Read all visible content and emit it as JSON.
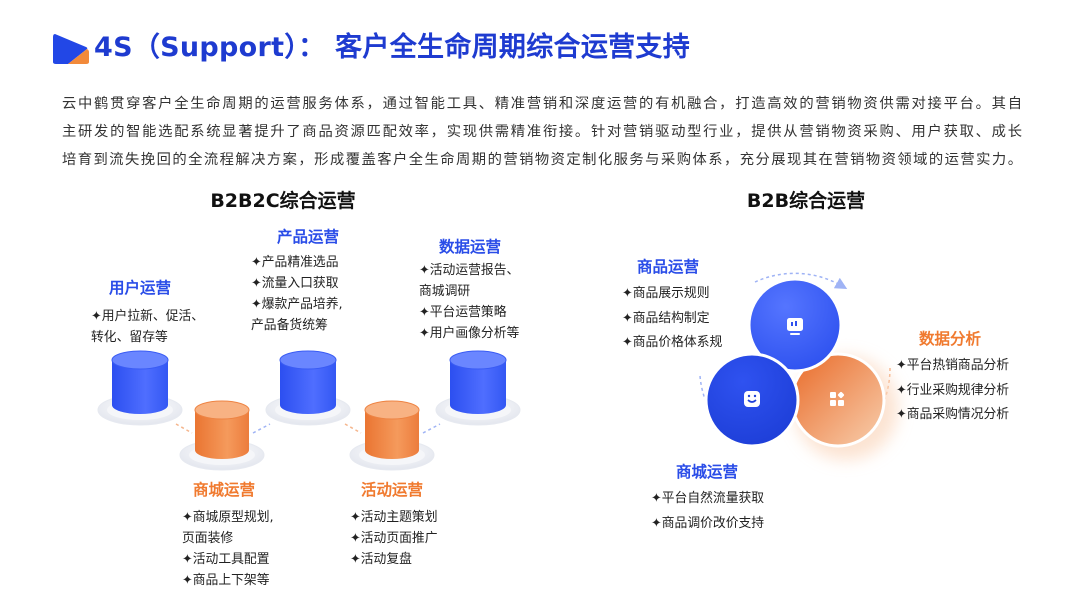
{
  "title": "4S（Support）： 客户全生命周期综合运营支持",
  "intro": {
    "lines": [
      "云中鹤贯穿客户全生命周期的运营服务体系，通过智能工具、精准营销和深度运营的有机融合，打造高效的营销物资供需对接平台。其自",
      "主研发的智能选配系统显著提升了商品资源匹配效率，实现供需精准衔接。针对营销驱动型行业，提供从营销物资采购、用户获取、成长",
      "培育到流失挽回的全流程解决方案，形成覆盖客户全生命周期的营销物资定制化服务与采购体系，充分展现其在营销物资领域的运营实力。"
    ]
  },
  "b2b2c": {
    "heading": "B2B2C综合运营",
    "user_ops": {
      "title": "用户运营",
      "lines": [
        "✦用户拉新、促活、",
        "转化、留存等"
      ]
    },
    "product_ops": {
      "title": "产品运营",
      "lines": [
        "✦产品精准选品",
        "✦流量入口获取",
        "✦爆款产品培养,",
        "产品备货统筹"
      ]
    },
    "data_ops": {
      "title": "数据运营",
      "lines": [
        "✦活动运营报告、",
        "商城调研",
        "✦平台运营策略",
        "✦用户画像分析等"
      ]
    },
    "mall_ops": {
      "title": "商城运营",
      "lines": [
        "✦商城原型规划,",
        "页面装修",
        "✦活动工具配置",
        "✦商品上下架等"
      ]
    },
    "activity_ops": {
      "title": "活动运营",
      "lines": [
        "✦活动主题策划",
        "✦活动页面推广",
        "✦活动复盘"
      ]
    }
  },
  "b2b": {
    "heading": "B2B综合运营",
    "goods_ops": {
      "title": "商品运营",
      "lines": [
        "✦商品展示规则",
        "✦商品结构制定",
        "✦商品价格体系规"
      ]
    },
    "data_analysis": {
      "title": "数据分析",
      "lines": [
        "✦平台热销商品分析",
        "✦行业采购规律分析",
        "✦商品采购情况分析"
      ]
    },
    "mall_ops": {
      "title": "商城运营",
      "lines": [
        "✦平台自然流量获取",
        "✦商品调价改价支持"
      ]
    }
  },
  "colors": {
    "title_blue": "#1e3bd0",
    "accent_blue": "#2a4de8",
    "accent_orange": "#f07a2f",
    "platform_gray": "#eceef3"
  },
  "icons": {
    "logo": "play-logo-icon",
    "top_circle": "dashboard-icon",
    "left_circle": "bag-icon",
    "right_circle": "apps-grid-icon"
  }
}
